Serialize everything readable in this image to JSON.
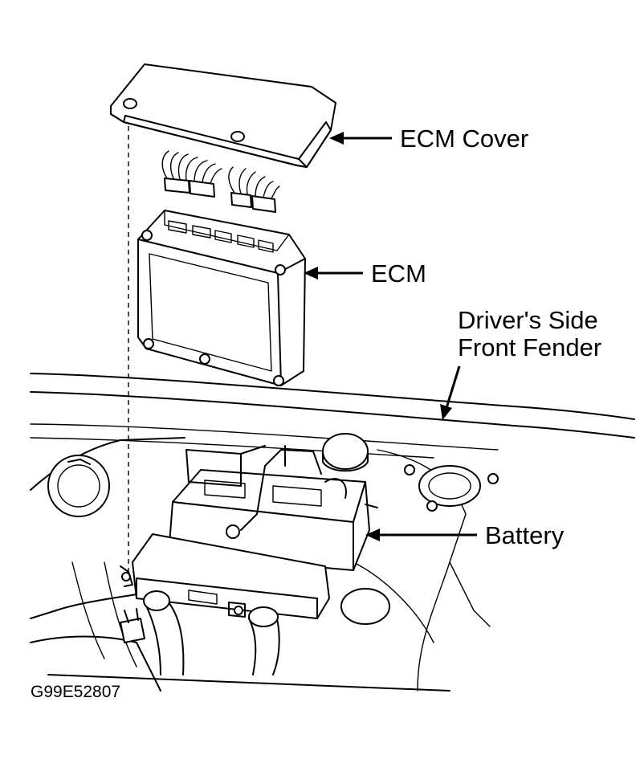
{
  "labels": {
    "ecm_cover": "ECM Cover",
    "ecm": "ECM",
    "fender_line1": "Driver's Side",
    "fender_line2": "Front Fender",
    "battery": "Battery"
  },
  "figure_id": "G99E52807",
  "colors": {
    "line": "#000000",
    "background": "#ffffff"
  }
}
